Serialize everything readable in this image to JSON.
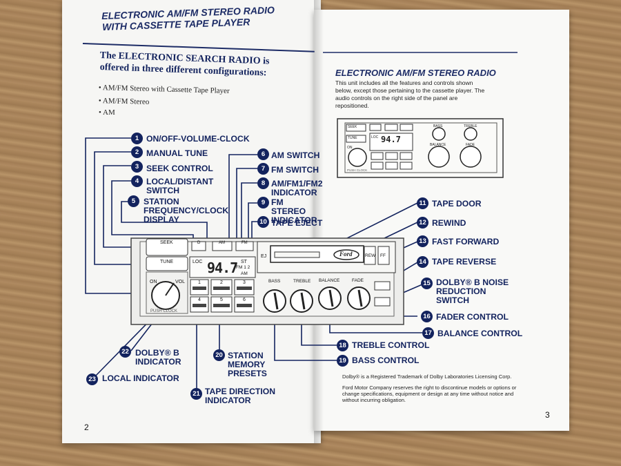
{
  "left_page": {
    "title_line1": "ELECTRONIC AM/FM STEREO RADIO",
    "title_line2": "WITH CASSETTE TAPE PLAYER",
    "intro_line1": "The ELECTRONIC SEARCH RADIO is",
    "intro_line2": "offered in three different configurations:",
    "configurations": [
      "AM/FM Stereo with Cassette Tape Player",
      "AM/FM Stereo",
      "AM"
    ],
    "page_number": "2"
  },
  "callouts": [
    {
      "num": "1",
      "text": "ON/OFF-VOLUME-CLOCK"
    },
    {
      "num": "2",
      "text": "MANUAL TUNE"
    },
    {
      "num": "3",
      "text": "SEEK CONTROL"
    },
    {
      "num": "4",
      "text": "LOCAL/DISTANT SWITCH"
    },
    {
      "num": "5",
      "text": "STATION FREQUENCY/CLOCK DISPLAY"
    },
    {
      "num": "6",
      "text": "AM SWITCH"
    },
    {
      "num": "7",
      "text": "FM SWITCH"
    },
    {
      "num": "8",
      "text": "AM/FM1/FM2 INDICATOR"
    },
    {
      "num": "9",
      "text": "FM STEREO INDICATOR"
    },
    {
      "num": "10",
      "text": "TAPE EJECT"
    },
    {
      "num": "11",
      "text": "TAPE DOOR"
    },
    {
      "num": "12",
      "text": "REWIND"
    },
    {
      "num": "13",
      "text": "FAST FORWARD"
    },
    {
      "num": "14",
      "text": "TAPE REVERSE"
    },
    {
      "num": "15",
      "text": "DOLBY® B NOISE REDUCTION SWITCH"
    },
    {
      "num": "16",
      "text": "FADER CONTROL"
    },
    {
      "num": "17",
      "text": "BALANCE CONTROL"
    },
    {
      "num": "18",
      "text": "TREBLE CONTROL"
    },
    {
      "num": "19",
      "text": "BASS CONTROL"
    },
    {
      "num": "20",
      "text": "STATION MEMORY PRESETS"
    },
    {
      "num": "21",
      "text": "TAPE DIRECTION INDICATOR"
    },
    {
      "num": "22",
      "text": "DOLBY® B INDICATOR"
    },
    {
      "num": "23",
      "text": "LOCAL INDICATOR"
    }
  ],
  "radio_panel": {
    "seek": "SEEK",
    "tune": "TUNE",
    "on": "ON",
    "vol": "VOL",
    "push_clock": "PUSH CLOCK",
    "loc": "LOC",
    "display_freq": "94.7",
    "st": "ST",
    "fm12": "FM 1 2",
    "am": "AM",
    "presets": [
      "1",
      "2",
      "3",
      "4",
      "5",
      "6"
    ],
    "am_button": "AM",
    "fm_button": "FM",
    "d_button": "D",
    "ej": "EJ",
    "tape_brand": "Ford",
    "rew": "REW",
    "ff": "FF",
    "knobs": [
      "BASS",
      "TREBLE",
      "BALANCE",
      "FADE"
    ]
  },
  "right_page": {
    "title": "ELECTRONIC AM/FM STEREO RADIO",
    "desc_line1": "This unit includes all the features and controls shown",
    "desc_line2": "below, except those pertaining to the cassette player. The",
    "desc_line3": "audio controls on the right side of the panel are",
    "desc_line4": "repositioned.",
    "mini_knobs": [
      "BASS",
      "TREBLE",
      "BALANCE",
      "FADE"
    ],
    "mini_seek": "SEEK",
    "mini_tune": "TUNE",
    "mini_on": "ON",
    "mini_loc": "LOC",
    "mini_display": "94.7",
    "mini_push_clock": "PUSH CLOCK",
    "dolby_note": "Dolby® is a Registered Trademark of Dolby Laboratories Licensing Corp.",
    "ford_note_line1": "Ford Motor Company reserves the right to discontinue models or options or",
    "ford_note_line2": "change specifications, equipment or design at any time without notice and",
    "ford_note_line3": "without incurring obligation.",
    "page_number": "3"
  },
  "colors": {
    "ink": "#13235e",
    "paper": "#f6f6f4",
    "wood": "#a7845c"
  }
}
